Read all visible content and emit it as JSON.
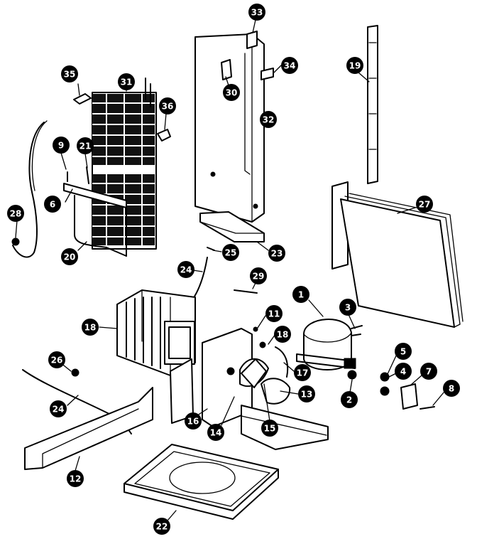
{
  "callouts": [
    {
      "label": "1"
    },
    {
      "label": "2"
    },
    {
      "label": "3"
    },
    {
      "label": "4"
    },
    {
      "label": "5"
    },
    {
      "label": "6"
    },
    {
      "label": "7"
    },
    {
      "label": "8"
    },
    {
      "label": "9"
    },
    {
      "label": "11"
    },
    {
      "label": "12"
    },
    {
      "label": "13"
    },
    {
      "label": "14"
    },
    {
      "label": "15"
    },
    {
      "label": "16"
    },
    {
      "label": "17"
    },
    {
      "label": "18"
    },
    {
      "label": "18"
    },
    {
      "label": "19"
    },
    {
      "label": "20"
    },
    {
      "label": "21"
    },
    {
      "label": "22"
    },
    {
      "label": "23"
    },
    {
      "label": "24"
    },
    {
      "label": "24"
    },
    {
      "label": "25"
    },
    {
      "label": "26"
    },
    {
      "label": "27"
    },
    {
      "label": "28"
    },
    {
      "label": "29"
    },
    {
      "label": "30"
    },
    {
      "label": "31"
    },
    {
      "label": "32"
    },
    {
      "label": "33"
    },
    {
      "label": "34"
    },
    {
      "label": "35"
    },
    {
      "label": "36"
    }
  ]
}
